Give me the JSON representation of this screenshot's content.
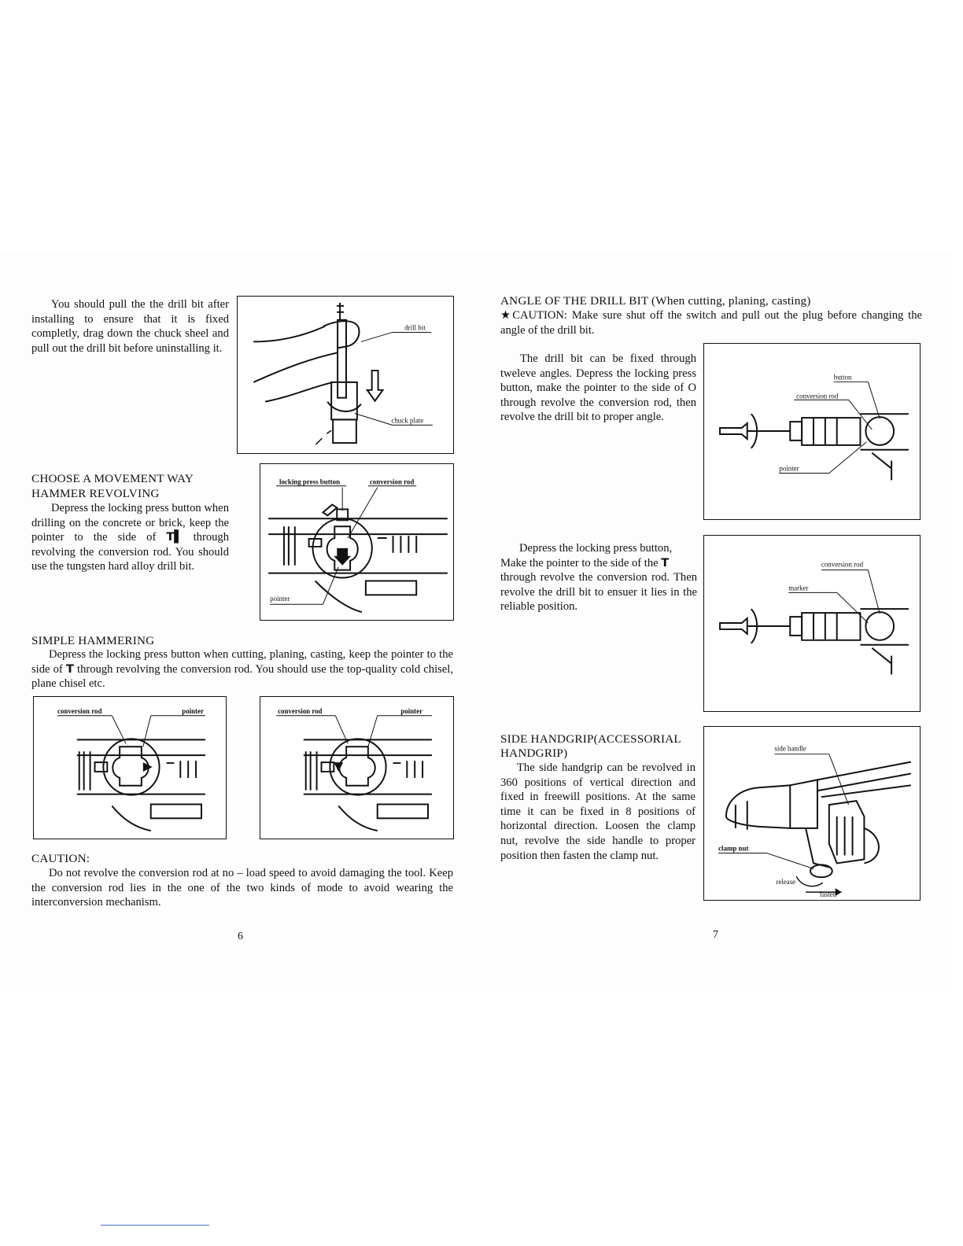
{
  "left_page": {
    "intro_text": "You should pull the the drill bit after installing to ensure that it is fixed completly, drag down the chuck sheel and pull out the drill bit before uninstalling it.",
    "fig_drill": {
      "label_drill_bit": "drill bit",
      "label_chuck_plate": "chuck plate"
    },
    "section_choose": {
      "title_line1": "CHOOSE A MOVEMENT WAY",
      "title_line2": "HAMMER REVOLVING",
      "body_part1": "Depress the locking press button when drilling on the concrete or brick, keep the pointer to the side of",
      "symbol": "T▌",
      "body_part2": "through revolving the conversion rod. You should use the tungsten hard alloy drill bit."
    },
    "fig_hammer_revolving": {
      "label_locking": "locking press button",
      "label_conversion": "conversion rod",
      "label_pointer": "pointer"
    },
    "section_simple": {
      "title": "SIMPLE HAMMERING",
      "body_part1": "Depress the locking press button when cutting, planing, casting, keep the pointer to the side of",
      "symbol": "T",
      "body_part2": "through revolving the conversion rod. You should use the top-quality cold chisel, plane chisel etc."
    },
    "fig_simple_a": {
      "label_conversion": "conversion rod",
      "label_pointer": "pointer"
    },
    "fig_simple_b": {
      "label_conversion": "conversion rod",
      "label_pointer": "pointer"
    },
    "section_caution": {
      "title": "CAUTION:",
      "body": "Do not revolve the conversion rod at no – load speed to avoid damaging the tool. Keep the conversion rod lies in the one of the two kinds of mode to avoid wearing the interconversion mechanism."
    },
    "page_number": "6"
  },
  "right_page": {
    "section_angle": {
      "title": "ANGLE OF THE DRILL BIT (When cutting, planing, casting)",
      "caution": "★CAUTION: Make sure shut off the switch and pull out the plug before changing the angle of the drill bit.",
      "body": "The drill bit can be fixed through tweleve angles. Depress the locking press button, make the pointer to the side of O through revolve the conversion rod, then revolve the drill bit to proper angle."
    },
    "fig_angle": {
      "label_button": "button",
      "label_conversion": "conversion rod",
      "label_pointer": "pointer"
    },
    "section_depress": {
      "line1": "Depress the locking press button,",
      "line2": "Make the pointer to the side of the",
      "symbol": "T",
      "rest": "through revolve the conversion rod. Then revolve the drill bit to ensuer it lies in the reliable position."
    },
    "fig_marker": {
      "label_conversion": "conversion rod",
      "label_marker": "marker"
    },
    "section_handgrip": {
      "title_line1": "SIDE HANDGRIP(ACCESSORIAL",
      "title_line2": "HANDGRIP)",
      "body": "The side handgrip can be revolved in 360 positions of vertical direction and fixed in freewill positions. At the same time it can be fixed in 8 positions of horizontal direction. Loosen the clamp nut, revolve the side handle to proper position then fasten the clamp nut."
    },
    "fig_handgrip": {
      "label_side_handle": "side handle",
      "label_clamp_nut": "clamp nut",
      "label_release": "release",
      "label_fasten": "fasten"
    },
    "page_number": "7"
  }
}
